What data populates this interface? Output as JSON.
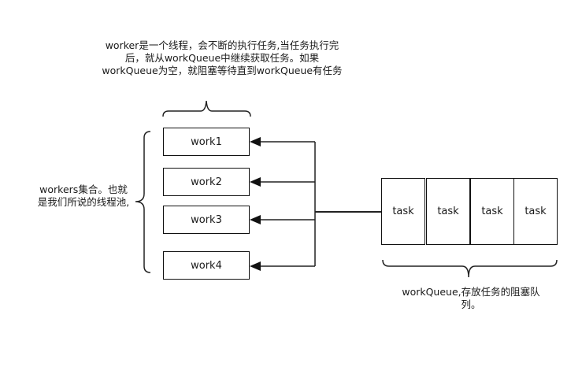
{
  "worker_note": "worker是一个线程，会不断的执行任务,当任务执行完后，就从workQueue中继续获取任务。如果workQueue为空，就阻塞等待直到workQueue有任务",
  "workers_note": "workers集合。也就是我们所说的线程池,",
  "workers": [
    "work1",
    "work2",
    "work3",
    "work4"
  ],
  "tasks": [
    "task",
    "task",
    "task",
    "task"
  ],
  "queue_note": "workQueue,存放任务的阻塞队列。"
}
